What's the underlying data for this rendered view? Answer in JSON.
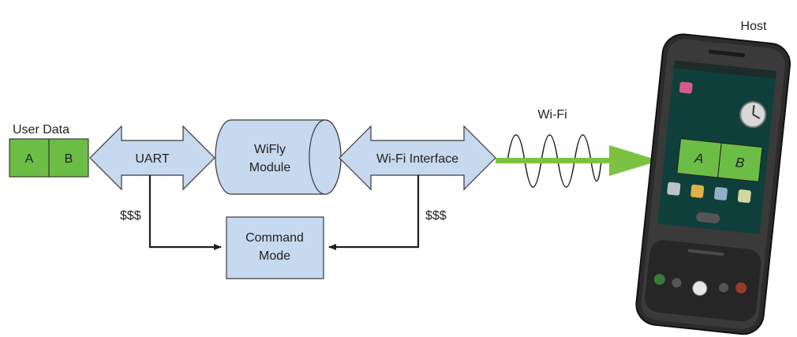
{
  "diagram": {
    "user_data": {
      "label": "User Data",
      "cells": [
        "A",
        "B"
      ]
    },
    "uart": {
      "label": "UART"
    },
    "wifly_module": {
      "line1": "WiFly",
      "line2": "Module"
    },
    "wifi_interface": {
      "label": "Wi-Fi Interface"
    },
    "command_mode": {
      "line1": "Command",
      "line2": "Mode"
    },
    "escape_left": {
      "label": "$$$"
    },
    "escape_right": {
      "label": "$$$"
    },
    "wifi_wave": {
      "label": "Wi-Fi"
    },
    "host": {
      "label": "Host",
      "screen_cells": [
        "A",
        "B"
      ]
    }
  },
  "colors": {
    "block_fill": "#c6d9ee",
    "block_stroke": "#3a3a3a",
    "data_green": "#6cbd45",
    "wifi_arrow_green": "#7dc142",
    "line": "#231f20",
    "phone_body": "#2b2b2b"
  }
}
